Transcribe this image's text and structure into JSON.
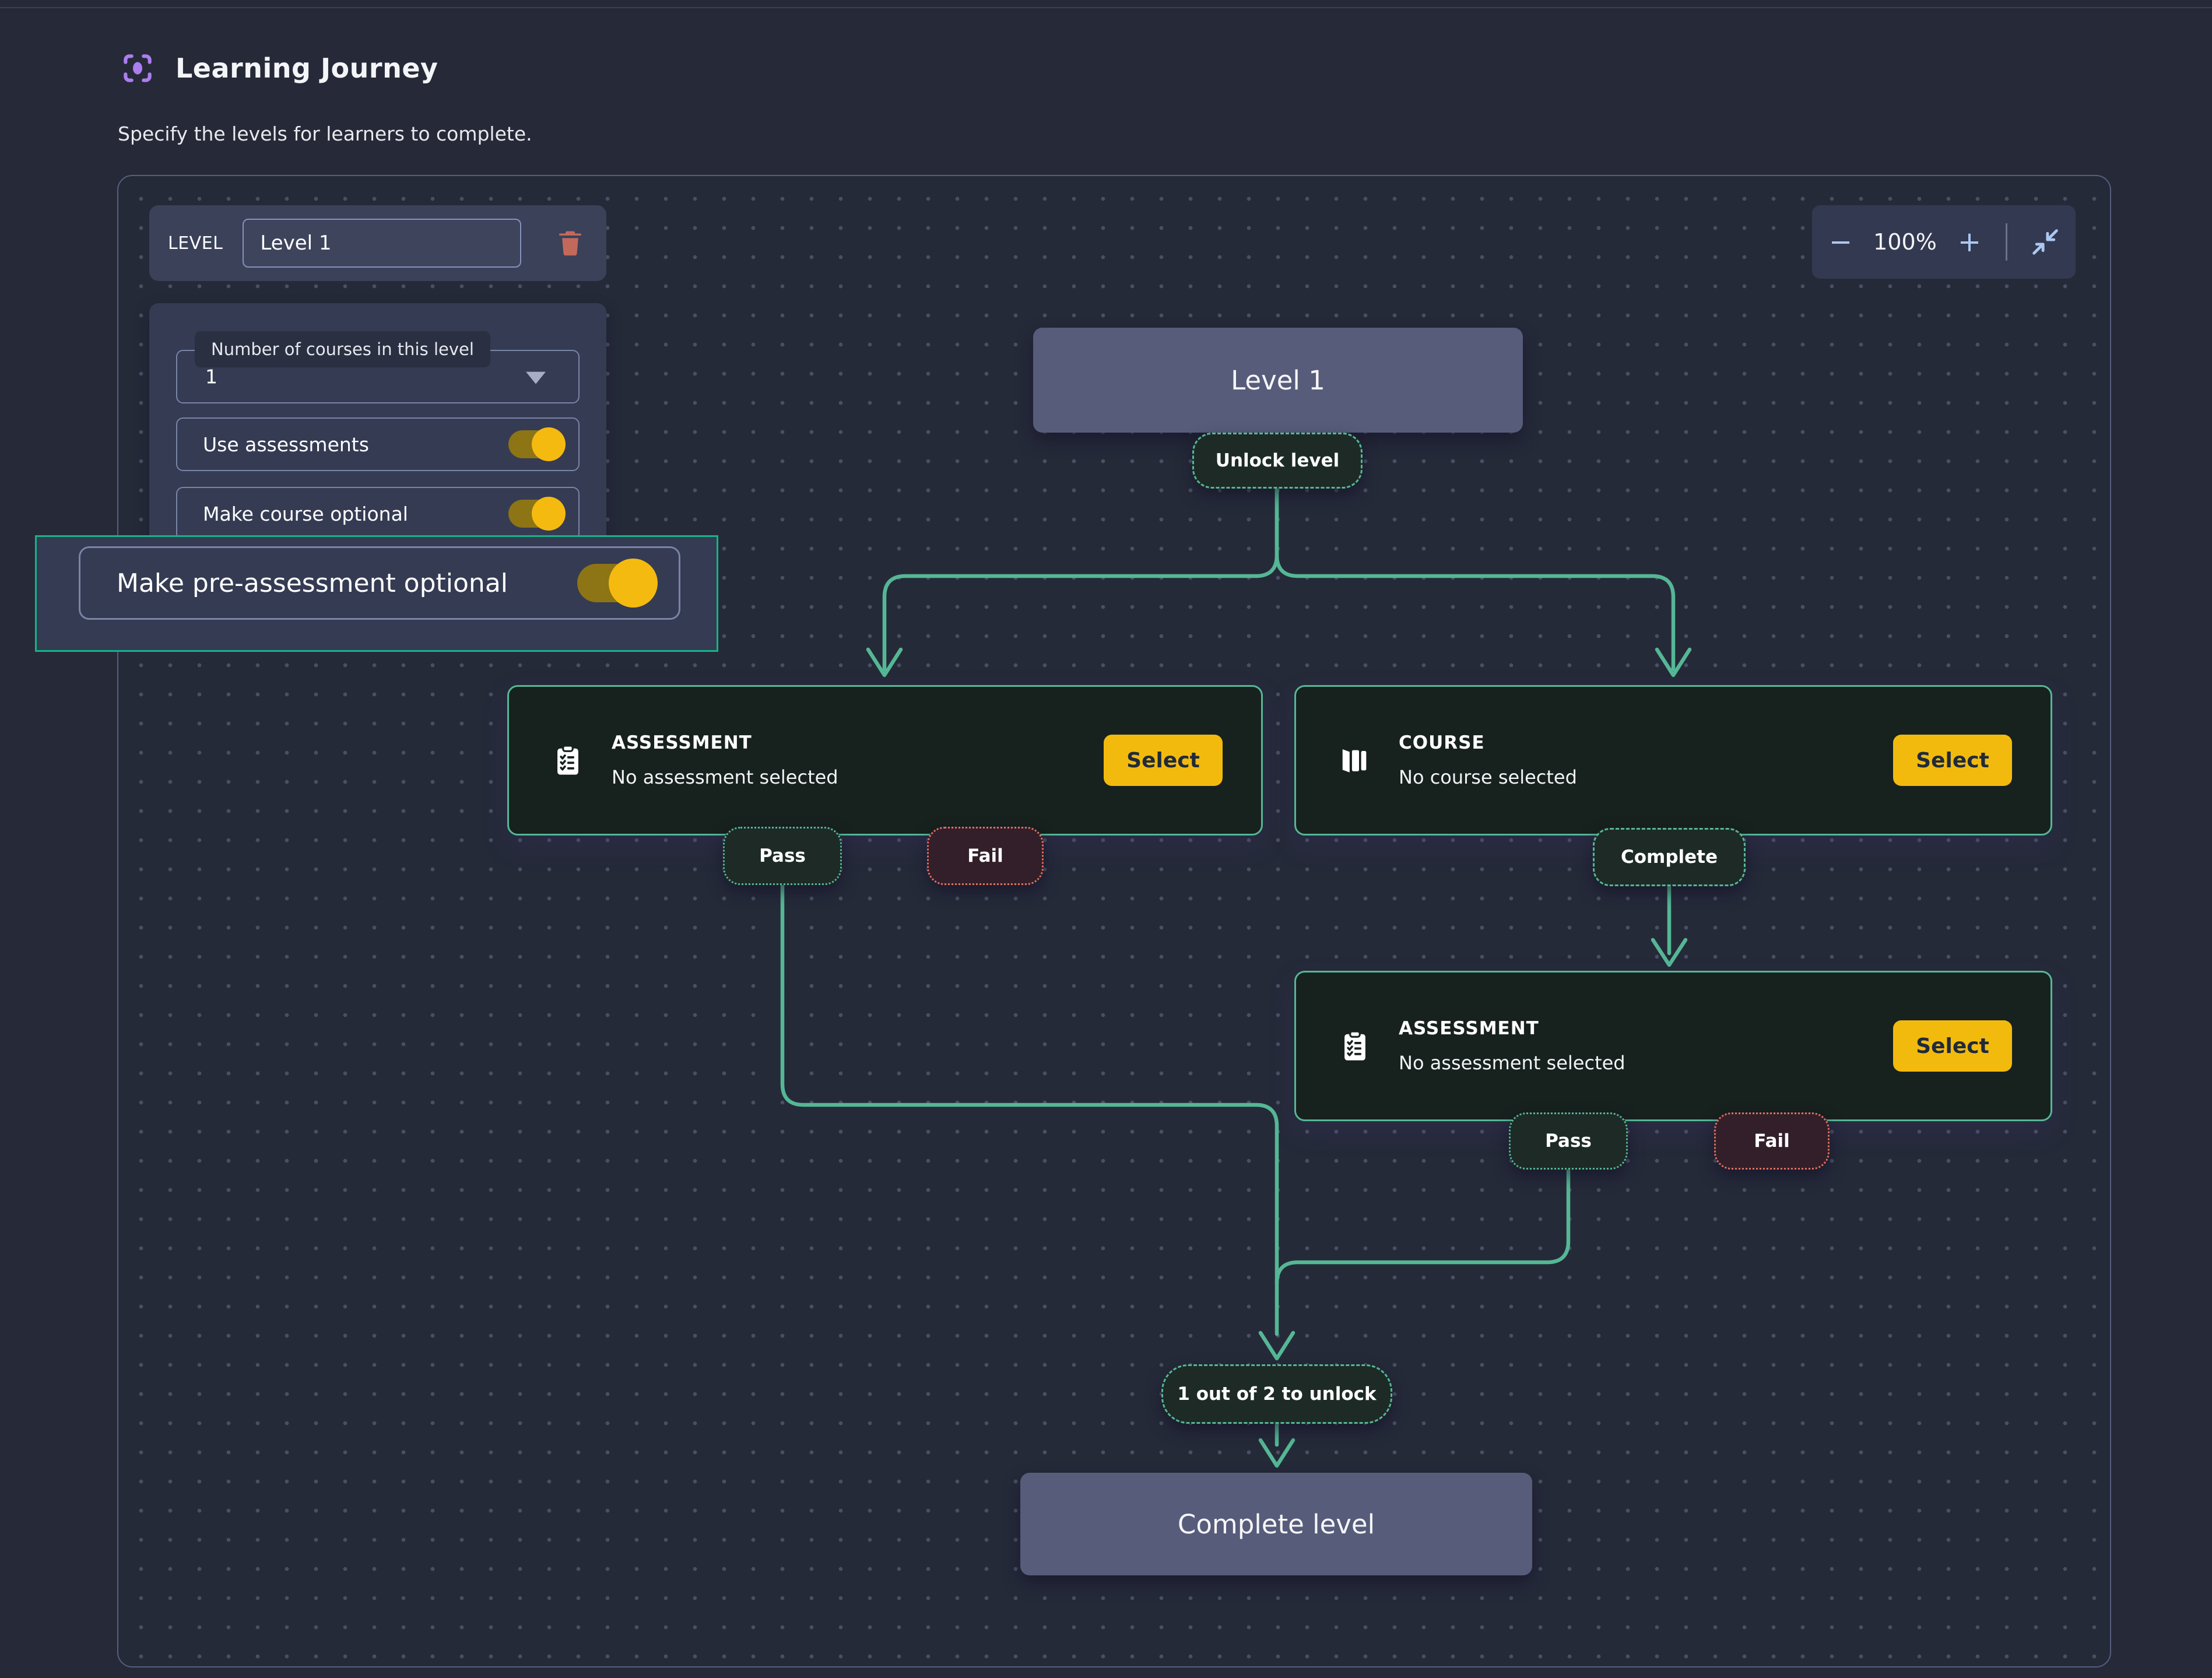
{
  "header": {
    "title": "Learning Journey",
    "subtitle": "Specify the levels for learners to complete."
  },
  "level_bar": {
    "label": "LEVEL",
    "value": "Level 1"
  },
  "options": {
    "courses_label": "Number of courses in this level",
    "courses_value": "1",
    "toggles": [
      {
        "label": "Use assessments",
        "on": true
      },
      {
        "label": "Make course optional",
        "on": true
      }
    ],
    "highlight": {
      "label": "Make pre-assessment optional",
      "on": true
    }
  },
  "zoombar": {
    "minus": "−",
    "value": "100%",
    "plus": "+"
  },
  "flow": {
    "level_node_label": "Level 1",
    "unlock_pill_label": "Unlock level",
    "cards": [
      {
        "kind": "assessment",
        "title": "ASSESSMENT",
        "subtitle": "No assessment selected",
        "action": "Select"
      },
      {
        "kind": "course",
        "title": "COURSE",
        "subtitle": "No course selected",
        "action": "Select"
      },
      {
        "kind": "assessment",
        "title": "ASSESSMENT",
        "subtitle": "No assessment selected",
        "action": "Select"
      }
    ],
    "pass_label": "Pass",
    "fail_label": "Fail",
    "complete_label": "Complete",
    "unlock_rule_label": "1 out of 2 to unlock",
    "complete_node_label": "Complete level"
  },
  "colors": {
    "accent_green": "#55b795",
    "highlight_teal": "#13b488",
    "accent_yellow": "#f3ba0e",
    "fail_red": "#e2705f",
    "brand_purple": "#ab7ef0",
    "zoom_blue": "#abc8f2",
    "node_slate": "#575c7a",
    "card_bg": "#17211e"
  }
}
